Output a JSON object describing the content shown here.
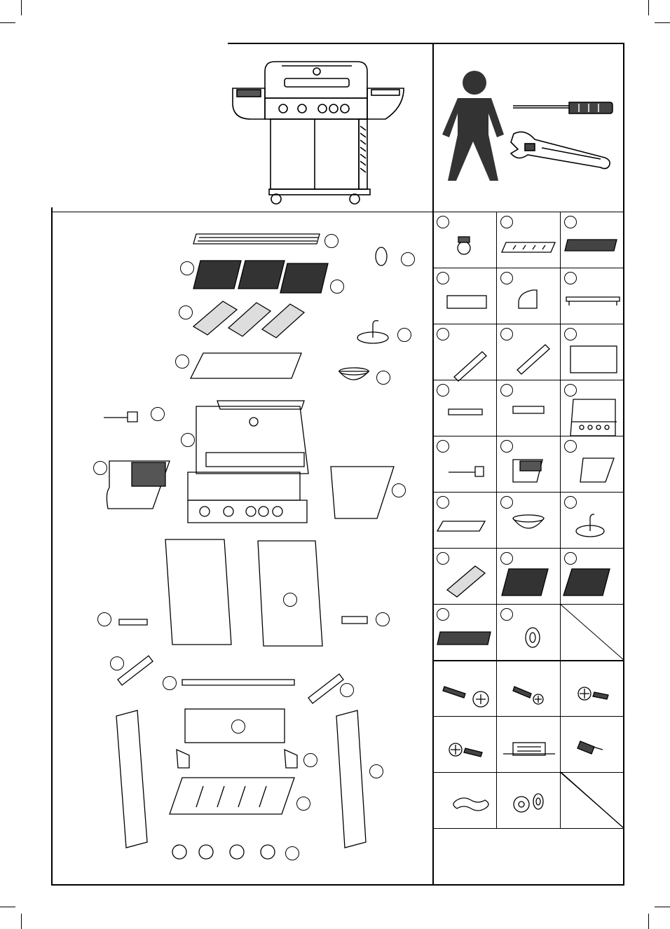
{
  "page": {
    "title": "",
    "note": ""
  },
  "header_image": {
    "caption": ""
  },
  "tools": {
    "caption": ""
  },
  "exploded_view": {
    "caption": ""
  },
  "parts_grid": {
    "rows": 8,
    "cols": 3,
    "item_count": 23,
    "empty_cells": 1
  },
  "hardware_grid": {
    "rows": 3,
    "cols": 3,
    "item_count": 8,
    "empty_cells": 1
  },
  "icons": [
    "caster-wheel-icon",
    "grease-tray-icon",
    "warming-rack-icon",
    "side-shelf-icon",
    "bracket-icon",
    "cross-bar-icon",
    "door-icon",
    "regulator-icon",
    "bowl-icon",
    "hook-icon",
    "cooking-grid-icon",
    "flame-tamer-icon",
    "burner-knob-icon",
    "bolt-icon",
    "screw-icon",
    "nut-icon",
    "magnet-icon",
    "clip-icon",
    "washer-icon",
    "person-icon",
    "screwdriver-icon",
    "wrench-icon",
    "grill-icon"
  ]
}
